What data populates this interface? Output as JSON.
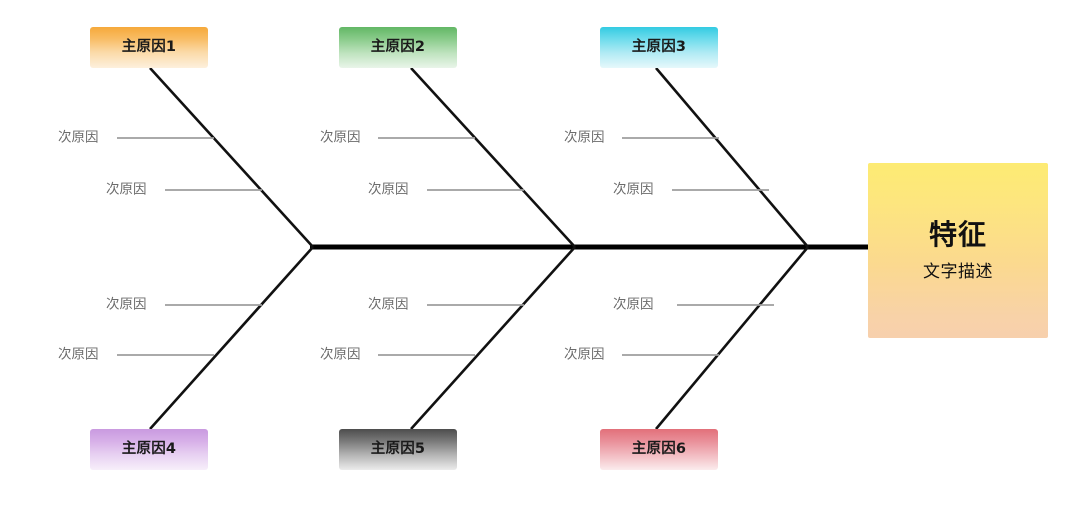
{
  "diagram": {
    "type": "fishbone",
    "title_text": "",
    "background_color": "#ffffff",
    "spine_color": "#000000",
    "branch_color": "#111111",
    "sub_line_color": "#9e9e9e",
    "sub_label_color": "#6b6b6b"
  },
  "effect": {
    "title": "特征",
    "description": "文字描述",
    "color_top": "#fdeb73",
    "color_bottom": "#f7d0ad"
  },
  "categories": [
    {
      "id": "cause-1",
      "label": "主原因1",
      "position": "top",
      "color": "#f6a93b",
      "sub_causes": [
        {
          "label": "次原因"
        },
        {
          "label": "次原因"
        }
      ]
    },
    {
      "id": "cause-2",
      "label": "主原因2",
      "position": "top",
      "color": "#62b765",
      "sub_causes": [
        {
          "label": "次原因"
        },
        {
          "label": "次原因"
        }
      ]
    },
    {
      "id": "cause-3",
      "label": "主原因3",
      "position": "top",
      "color": "#33cbe2",
      "sub_causes": [
        {
          "label": "次原因"
        },
        {
          "label": "次原因"
        }
      ]
    },
    {
      "id": "cause-4",
      "label": "主原因4",
      "position": "bottom",
      "color": "#c99ae0",
      "sub_causes": [
        {
          "label": "次原因"
        },
        {
          "label": "次原因"
        }
      ]
    },
    {
      "id": "cause-5",
      "label": "主原因5",
      "position": "bottom",
      "color": "#4d4d4d",
      "sub_causes": [
        {
          "label": "次原因"
        },
        {
          "label": "次原因"
        }
      ]
    },
    {
      "id": "cause-6",
      "label": "主原因6",
      "position": "bottom",
      "color": "#e2707a",
      "sub_causes": [
        {
          "label": "次原因"
        },
        {
          "label": "次原因"
        }
      ]
    }
  ]
}
